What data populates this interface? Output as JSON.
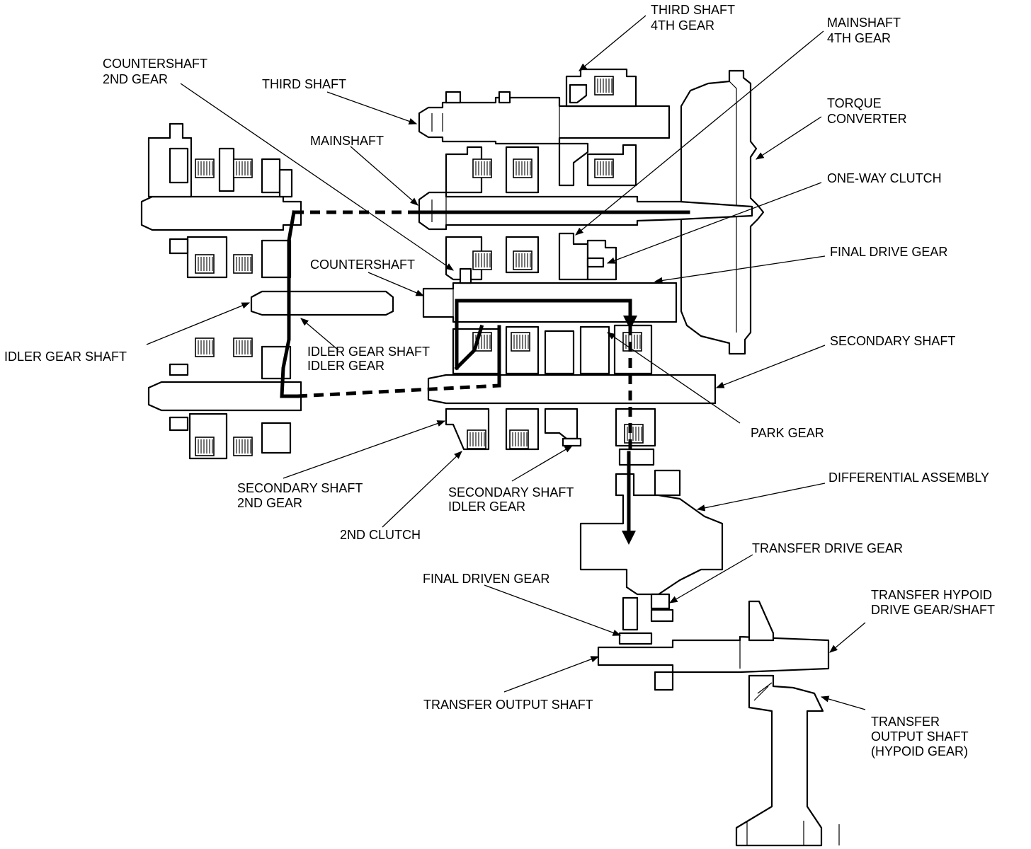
{
  "labels": {
    "third_shaft_4th_gear": [
      "THIRD SHAFT",
      "4TH GEAR"
    ],
    "mainshaft_4th_gear": [
      "MAINSHAFT",
      "4TH GEAR"
    ],
    "countershaft_2nd_gear": [
      "COUNTERSHAFT",
      "2ND GEAR"
    ],
    "third_shaft": [
      "THIRD SHAFT"
    ],
    "torque_converter": [
      "TORQUE",
      "CONVERTER"
    ],
    "mainshaft": [
      "MAINSHAFT"
    ],
    "one_way_clutch": [
      "ONE-WAY CLUTCH"
    ],
    "final_drive_gear": [
      "FINAL DRIVE GEAR"
    ],
    "countershaft": [
      "COUNTERSHAFT"
    ],
    "secondary_shaft": [
      "SECONDARY SHAFT"
    ],
    "idler_gear_shaft": [
      "IDLER GEAR SHAFT"
    ],
    "idler_gear_shaft_idler_gear": [
      "IDLER GEAR SHAFT",
      "IDLER GEAR"
    ],
    "park_gear": [
      "PARK GEAR"
    ],
    "differential_assembly": [
      "DIFFERENTIAL ASSEMBLY"
    ],
    "secondary_shaft_2nd_gear": [
      "SECONDARY SHAFT",
      "2ND GEAR"
    ],
    "secondary_shaft_idler_gear": [
      "SECONDARY SHAFT",
      "IDLER GEAR"
    ],
    "second_clutch": [
      "2ND CLUTCH"
    ],
    "transfer_drive_gear": [
      "TRANSFER DRIVE GEAR"
    ],
    "final_driven_gear": [
      "FINAL DRIVEN GEAR"
    ],
    "transfer_hypoid_drive_gear_shaft": [
      "TRANSFER HYPOID",
      "DRIVE GEAR/SHAFT"
    ],
    "transfer_output_shaft": [
      "TRANSFER OUTPUT SHAFT"
    ],
    "transfer_output_shaft_hypoid_gear": [
      "TRANSFER",
      "OUTPUT SHAFT",
      "(HYPOID GEAR)"
    ]
  }
}
